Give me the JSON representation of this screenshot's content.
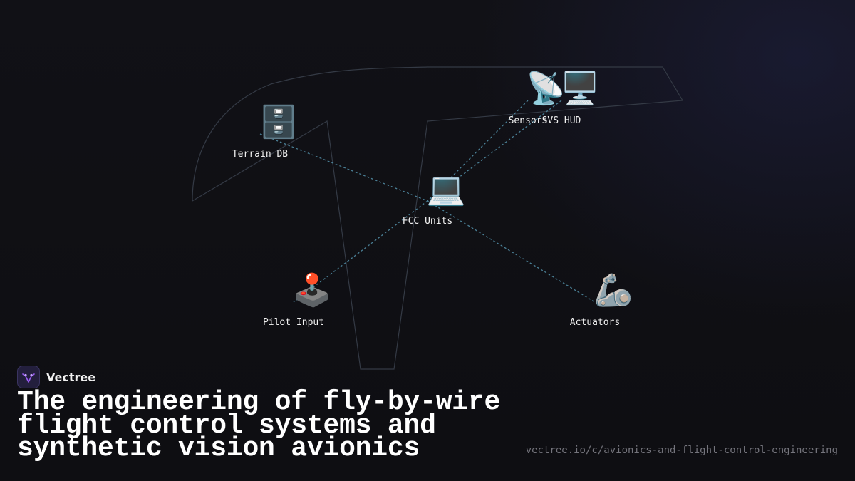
{
  "diagram": {
    "nodes": [
      {
        "id": "terrain-db",
        "label": "Terrain DB",
        "icon": "file-cabinet-icon",
        "glyph": "🗄️"
      },
      {
        "id": "sensors",
        "label": "Sensors",
        "icon": "satellite-antenna-icon",
        "glyph": "📡"
      },
      {
        "id": "svs-hud",
        "label": "SVS HUD",
        "icon": "desktop-monitor-icon",
        "glyph": "🖥️"
      },
      {
        "id": "fcc-units",
        "label": "FCC Units",
        "icon": "laptop-icon",
        "glyph": "💻"
      },
      {
        "id": "pilot-input",
        "label": "Pilot Input",
        "icon": "joystick-icon",
        "glyph": "🕹️"
      },
      {
        "id": "actuators",
        "label": "Actuators",
        "icon": "mechanical-arm-icon",
        "glyph": "🦾"
      }
    ],
    "edges": [
      {
        "from": "terrain-db",
        "to": "fcc-units"
      },
      {
        "from": "sensors",
        "to": "fcc-units"
      },
      {
        "from": "svs-hud",
        "to": "fcc-units"
      },
      {
        "from": "fcc-units",
        "to": "pilot-input"
      },
      {
        "from": "fcc-units",
        "to": "actuators"
      }
    ],
    "colors": {
      "edge": "#4a7f95",
      "outline": "#343a45"
    }
  },
  "brand": {
    "name": "Vectree",
    "logo_icon": "vectree-logo-icon",
    "accent": "#9b5cf6"
  },
  "title": "The engineering of fly-by-wire flight control systems and synthetic vision avionics",
  "url": "vectree.io/c/avionics-and-flight-control-engineering"
}
